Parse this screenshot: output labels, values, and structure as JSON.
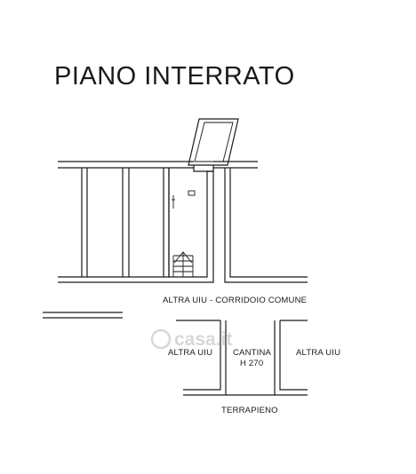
{
  "title": "PIANO INTERRATO",
  "labels": {
    "corridoio": "ALTRA UIU - CORRIDOIO COMUNE",
    "altra_uiu_left": "ALTRA UIU",
    "cantina": "CANTINA",
    "cantina_height": "H 270",
    "altra_uiu_right": "ALTRA UIU",
    "terrapieno": "TERRAPIENO"
  },
  "watermark": {
    "brand": "casa.it",
    "brand_icon": "casa-logo-icon"
  },
  "colors": {
    "line": "#1a1a1a",
    "watermark": "#d8d8d8",
    "background": "#ffffff"
  }
}
